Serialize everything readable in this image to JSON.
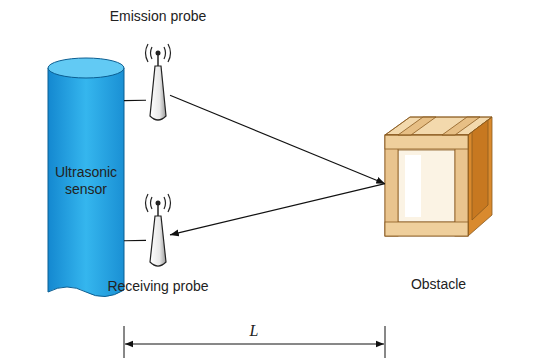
{
  "diagram": {
    "nodes": [
      {
        "text": [
          "Ultrasonic sensor"
        ]
      },
      {
        "text": [
          "Emission probe"
        ]
      },
      {
        "text": [
          "Receiving probe"
        ]
      },
      {
        "text": [
          "Obstacle"
        ]
      }
    ],
    "edges": [
      {
        "from": 0,
        "to": 1,
        "arrow": "none"
      },
      {
        "from": 0,
        "to": 2,
        "arrow": "none"
      },
      {
        "from": 1,
        "to": 3,
        "arrow": "to"
      },
      {
        "from": 3,
        "to": 2,
        "arrow": "to"
      }
    ],
    "labels": [
      "L"
    ]
  }
}
